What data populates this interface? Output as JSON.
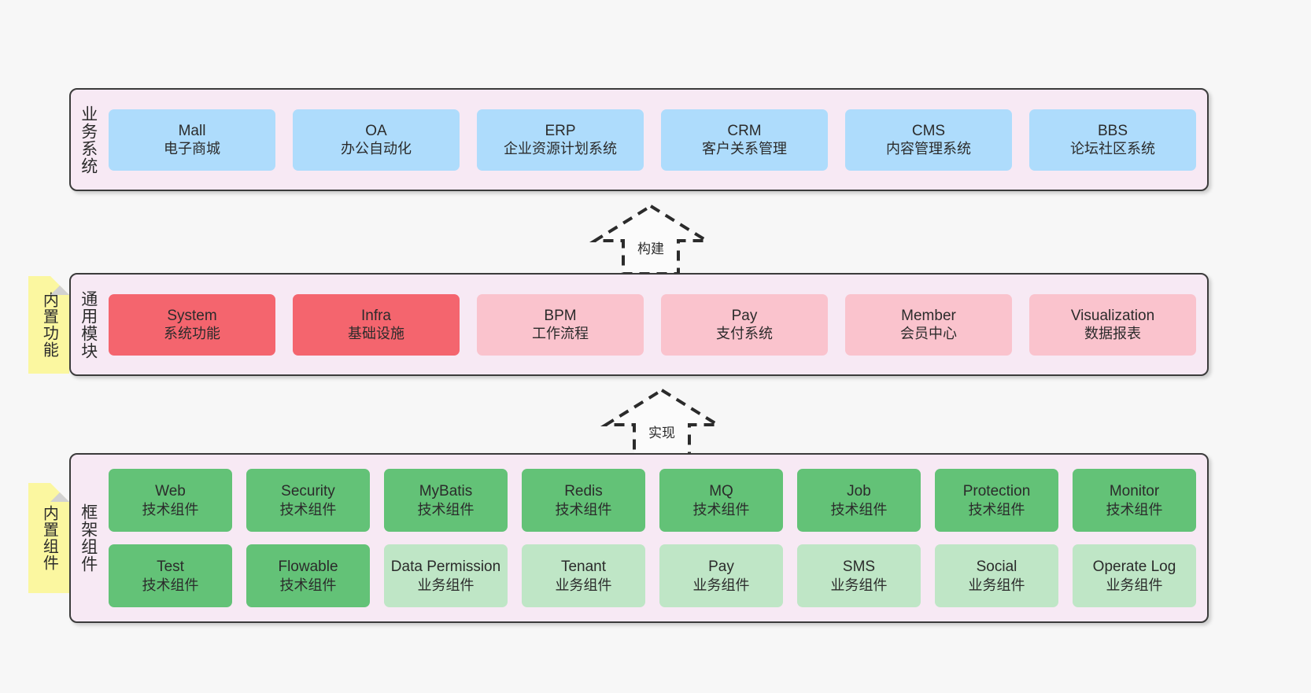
{
  "diagram": {
    "background_color": "#f7f7f7",
    "panel_background": "#f7e9f4",
    "panel_border": "#3b3b3b"
  },
  "notes": [
    {
      "name": "builtin-feature-note",
      "label": "内置功能",
      "color": "#fbf7a0"
    },
    {
      "name": "builtin-component-note",
      "label": "内置组件",
      "color": "#fbf7a0"
    }
  ],
  "layers": [
    {
      "id": "business",
      "label": "业务系统",
      "rows": [
        {
          "cards": [
            {
              "title": "Mall",
              "subtitle": "电子商城",
              "color": "#aedcfc"
            },
            {
              "title": "OA",
              "subtitle": "办公自动化",
              "color": "#aedcfc"
            },
            {
              "title": "ERP",
              "subtitle": "企业资源计划系统",
              "color": "#aedcfc"
            },
            {
              "title": "CRM",
              "subtitle": "客户关系管理",
              "color": "#aedcfc"
            },
            {
              "title": "CMS",
              "subtitle": "内容管理系统",
              "color": "#aedcfc"
            },
            {
              "title": "BBS",
              "subtitle": "论坛社区系统",
              "color": "#aedcfc"
            }
          ]
        }
      ]
    },
    {
      "id": "common",
      "label": "通用模块",
      "rows": [
        {
          "cards": [
            {
              "title": "System",
              "subtitle": "系统功能",
              "color": "#f4656e"
            },
            {
              "title": "Infra",
              "subtitle": "基础设施",
              "color": "#f4656e"
            },
            {
              "title": "BPM",
              "subtitle": "工作流程",
              "color": "#fac3cd"
            },
            {
              "title": "Pay",
              "subtitle": "支付系统",
              "color": "#fac3cd"
            },
            {
              "title": "Member",
              "subtitle": "会员中心",
              "color": "#fac3cd"
            },
            {
              "title": "Visualization",
              "subtitle": "数据报表",
              "color": "#fac3cd"
            }
          ]
        }
      ]
    },
    {
      "id": "framework",
      "label": "框架组件",
      "rows": [
        {
          "cards": [
            {
              "title": "Web",
              "subtitle": "技术组件",
              "color": "#63c277"
            },
            {
              "title": "Security",
              "subtitle": "技术组件",
              "color": "#63c277"
            },
            {
              "title": "MyBatis",
              "subtitle": "技术组件",
              "color": "#63c277"
            },
            {
              "title": "Redis",
              "subtitle": "技术组件",
              "color": "#63c277"
            },
            {
              "title": "MQ",
              "subtitle": "技术组件",
              "color": "#63c277"
            },
            {
              "title": "Job",
              "subtitle": "技术组件",
              "color": "#63c277"
            },
            {
              "title": "Protection",
              "subtitle": "技术组件",
              "color": "#63c277"
            },
            {
              "title": "Monitor",
              "subtitle": "技术组件",
              "color": "#63c277"
            }
          ]
        },
        {
          "cards": [
            {
              "title": "Test",
              "subtitle": "技术组件",
              "color": "#63c277"
            },
            {
              "title": "Flowable",
              "subtitle": "技术组件",
              "color": "#63c277"
            },
            {
              "title": "Data Permission",
              "subtitle": "业务组件",
              "color": "#bfe6c6"
            },
            {
              "title": "Tenant",
              "subtitle": "业务组件",
              "color": "#bfe6c6"
            },
            {
              "title": "Pay",
              "subtitle": "业务组件",
              "color": "#bfe6c6"
            },
            {
              "title": "SMS",
              "subtitle": "业务组件",
              "color": "#bfe6c6"
            },
            {
              "title": "Social",
              "subtitle": "业务组件",
              "color": "#bfe6c6"
            },
            {
              "title": "Operate Log",
              "subtitle": "业务组件",
              "color": "#bfe6c6"
            }
          ]
        }
      ]
    }
  ],
  "arrows": [
    {
      "name": "build-arrow",
      "label": "构建",
      "direction": "up",
      "style": "dashed-hollow"
    },
    {
      "name": "realize-arrow",
      "label": "实现",
      "direction": "up",
      "style": "dashed-hollow"
    }
  ]
}
